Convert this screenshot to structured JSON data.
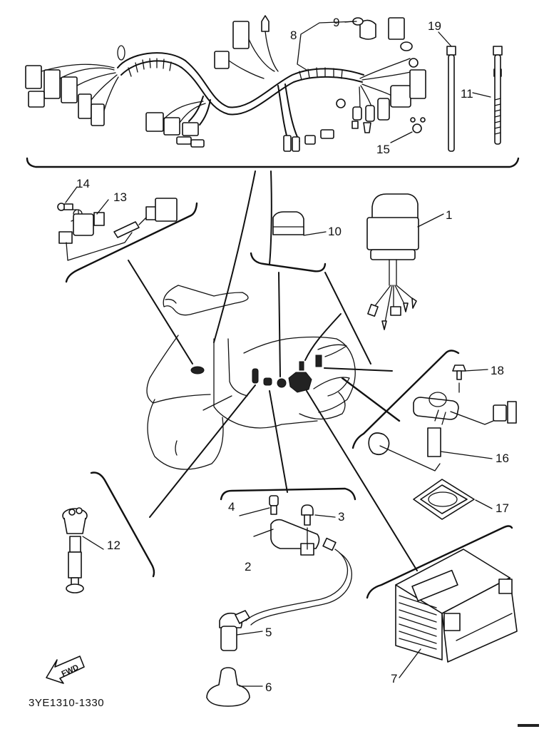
{
  "diagram": {
    "title": "Electrical parts exploded view",
    "code": "3YE1310-1330",
    "fwd_label": "FWD",
    "callouts": [
      {
        "id": "1",
        "label": "1",
        "part": "relay-unit"
      },
      {
        "id": "2",
        "label": "2",
        "part": "ignition-coil"
      },
      {
        "id": "3",
        "label": "3",
        "part": "bolt"
      },
      {
        "id": "4",
        "label": "4",
        "part": "screw"
      },
      {
        "id": "5",
        "label": "5",
        "part": "spark-plug-cap"
      },
      {
        "id": "6",
        "label": "6",
        "part": "cover"
      },
      {
        "id": "7",
        "label": "7",
        "part": "battery"
      },
      {
        "id": "8",
        "label": "8",
        "part": "wire-harness"
      },
      {
        "id": "9",
        "label": "9",
        "part": "cap"
      },
      {
        "id": "10",
        "label": "10",
        "part": "relay"
      },
      {
        "id": "11",
        "label": "11",
        "part": "band"
      },
      {
        "id": "12",
        "label": "12",
        "part": "switch"
      },
      {
        "id": "13",
        "label": "13",
        "part": "sensor"
      },
      {
        "id": "14",
        "label": "14",
        "part": "screw"
      },
      {
        "id": "15",
        "label": "15",
        "part": "clamp"
      },
      {
        "id": "16",
        "label": "16",
        "part": "fuel-sender-unit"
      },
      {
        "id": "17",
        "label": "17",
        "part": "gasket"
      },
      {
        "id": "18",
        "label": "18",
        "part": "bolt"
      },
      {
        "id": "19",
        "label": "19",
        "part": "band"
      }
    ]
  }
}
